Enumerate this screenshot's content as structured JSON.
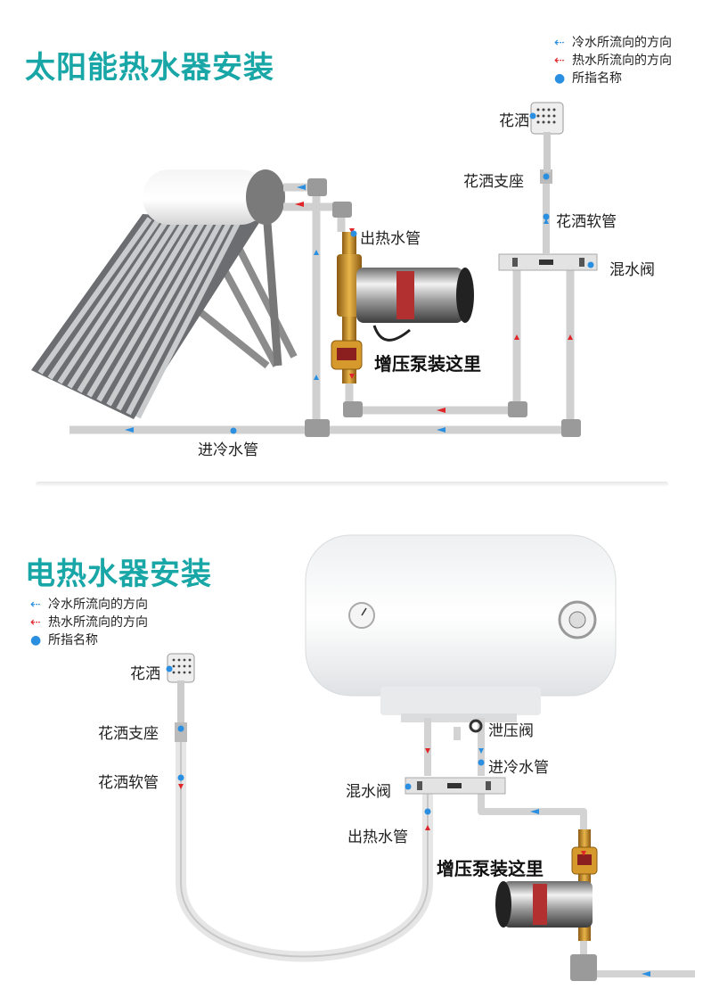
{
  "solar": {
    "title": "太阳能热水器安装",
    "legend": {
      "cold": "冷水所流向的方向",
      "hot": "热水所流向的方向",
      "name": "所指名称"
    },
    "labels": {
      "shower": "花洒",
      "shower_mount": "花洒支座",
      "shower_hose": "花洒软管",
      "mixing_valve": "混水阀",
      "hot_out_pipe": "出热水管",
      "pump_here": "增压泵装这里",
      "cold_in_pipe": "进冷水管"
    }
  },
  "electric": {
    "title": "电热水器安装",
    "legend": {
      "cold": "冷水所流向的方向",
      "hot": "热水所流向的方向",
      "name": "所指名称"
    },
    "labels": {
      "shower": "花洒",
      "shower_mount": "花洒支座",
      "shower_hose": "花洒软管",
      "relief_valve": "泄压阀",
      "cold_in_pipe": "进冷水管",
      "mixing_valve": "混水阀",
      "hot_out_pipe": "出热水管",
      "pump_here": "增压泵装这里"
    }
  },
  "colors": {
    "cold": "#2a8fe0",
    "hot": "#e0262b",
    "title": "#19a6a6",
    "pipe": "#c8c8c8"
  }
}
